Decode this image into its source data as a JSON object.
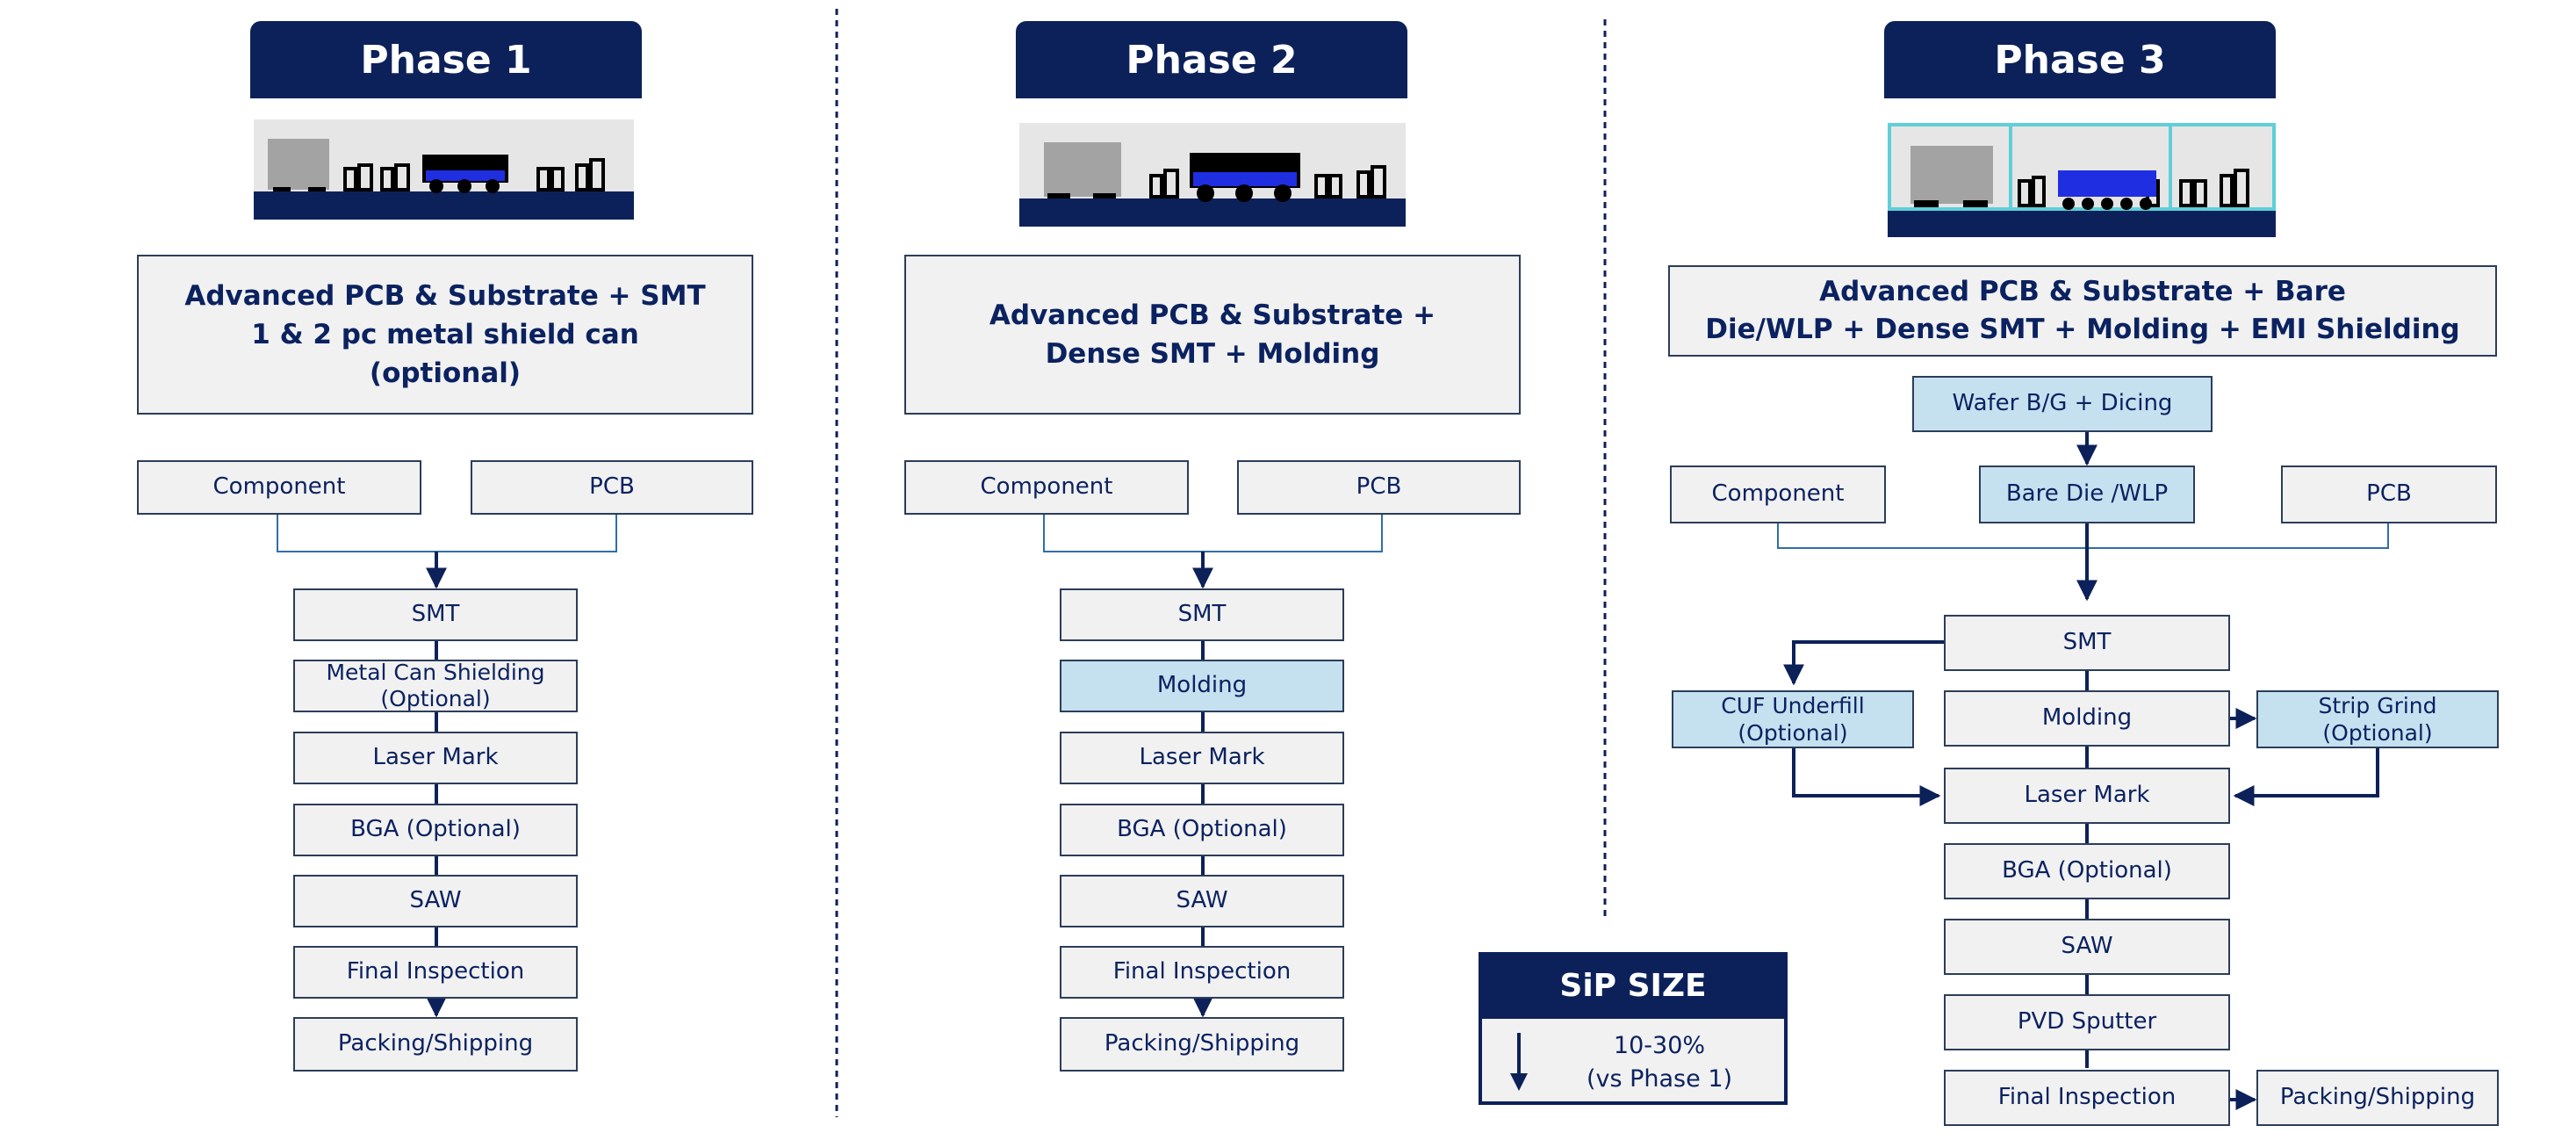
{
  "phases": [
    {
      "title": "Phase 1",
      "description": "Advanced PCB & Substrate + SMT\n1 & 2 pc metal shield can\n(optional)",
      "inputs": [
        "Component",
        "PCB"
      ],
      "steps": [
        "SMT",
        "Metal Can Shielding\n(Optional)",
        "Laser Mark",
        "BGA (Optional)",
        "SAW",
        "Final Inspection",
        "Packing/Shipping"
      ]
    },
    {
      "title": "Phase 2",
      "description": "Advanced PCB & Substrate +\nDense SMT + Molding",
      "inputs": [
        "Component",
        "PCB"
      ],
      "steps": [
        "SMT",
        "Molding",
        "Laser Mark",
        "BGA (Optional)",
        "SAW",
        "Final Inspection",
        "Packing/Shipping"
      ]
    },
    {
      "title": "Phase 3",
      "description": "Advanced PCB & Substrate + Bare\nDie/WLP + Dense SMT + Molding + EMI Shielding",
      "pre_step": "Wafer B/G + Dicing",
      "inputs": [
        "Component",
        "Bare Die /WLP",
        "PCB"
      ],
      "steps": [
        "SMT",
        "Molding",
        "Laser Mark",
        "BGA (Optional)",
        "SAW",
        "PVD Sputter",
        "Final Inspection"
      ],
      "side_left": "CUF Underfill\n(Optional)",
      "side_right": "Strip Grind\n(Optional)",
      "final_right": "Packing/Shipping"
    }
  ],
  "sip_size": {
    "title": "SiP SIZE",
    "value": "10-30%\n(vs Phase 1)"
  },
  "colors": {
    "navy": "#0c2159",
    "box_gray": "#f1f1f1",
    "highlight_blue": "#c5e1f0",
    "chip_blue": "#1f2ee0",
    "frame_cyan": "#5fcfd8"
  }
}
